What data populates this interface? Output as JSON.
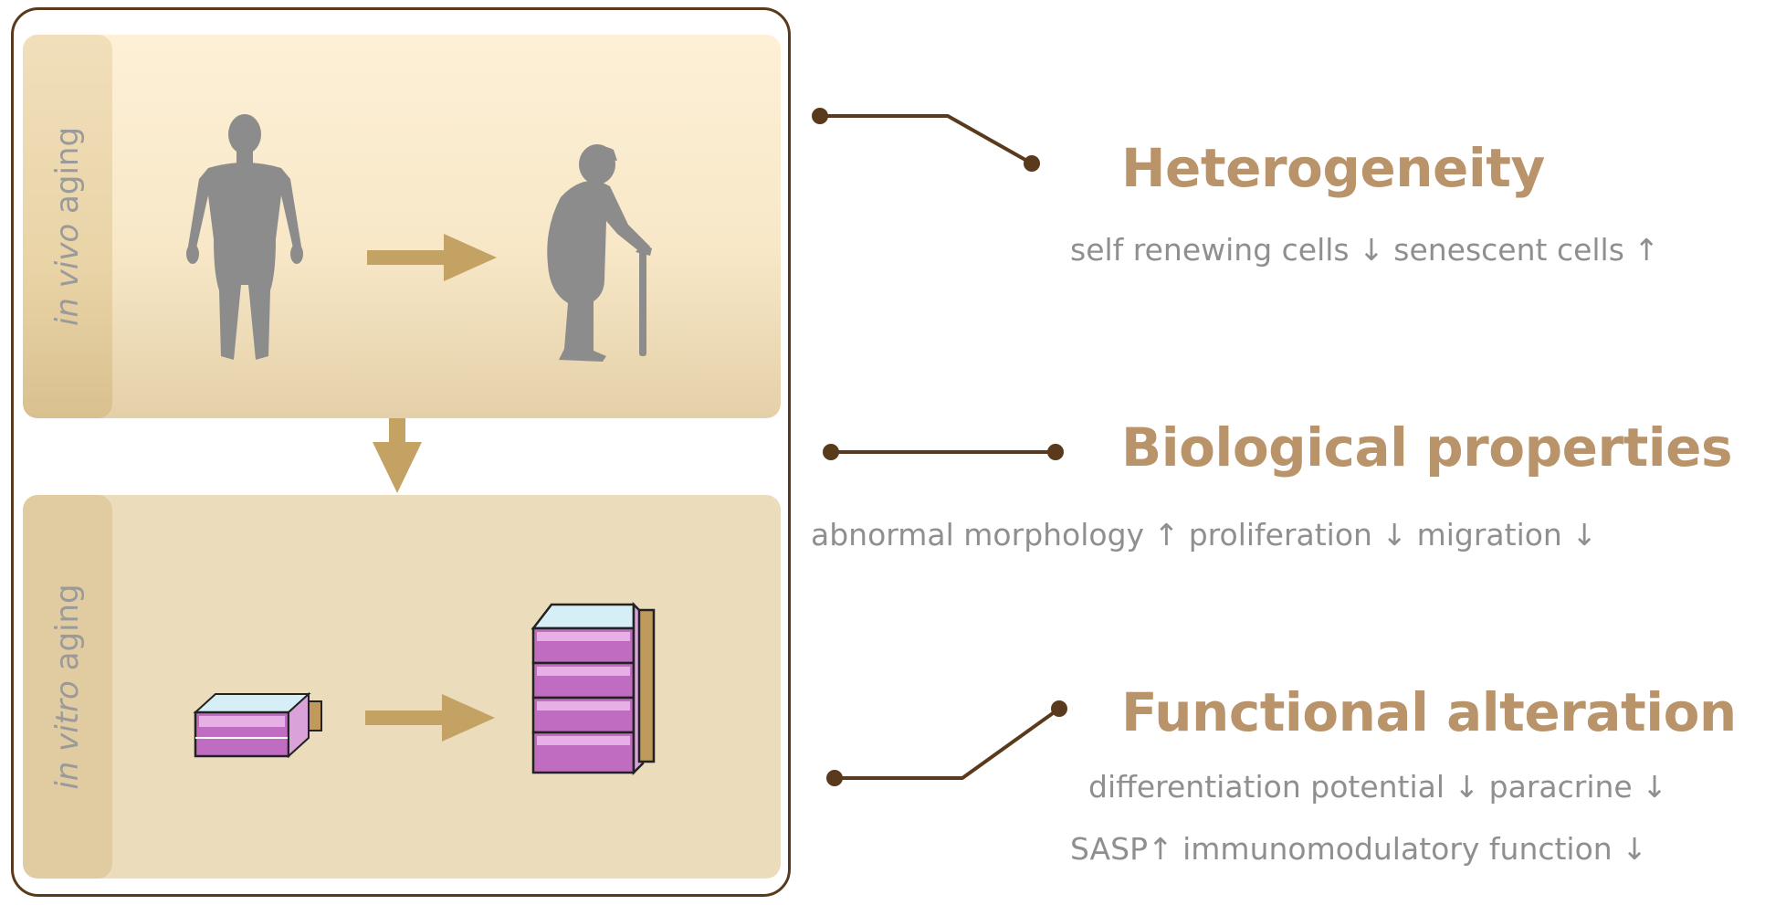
{
  "left": {
    "in_vivo": {
      "italic": "in vivo",
      "rest": "aging"
    },
    "in_vitro": {
      "italic": "in vitro",
      "rest": "aging"
    }
  },
  "colors": {
    "frame": "#5a3a1c",
    "arrow": "#c3a264",
    "silhouette": "#8c8c8c",
    "title": "#b9936a",
    "detail_text": "#8f8f8f",
    "flask_fill": "#c06cc0",
    "flask_top": "#d6eef6"
  },
  "right": {
    "heterogeneity": {
      "title": "Heterogeneity",
      "line1": "self renewing cells ↓   senescent cells ↑"
    },
    "biological": {
      "title": "Biological properties",
      "line1": "abnormal  morphology  ↑  proliferation  ↓   migration  ↓"
    },
    "functional": {
      "title": "Functional alteration",
      "line1": "differentiation potential ↓  paracrine ↓",
      "line2": "SASP↑   immunomodulatory  function  ↓"
    }
  }
}
